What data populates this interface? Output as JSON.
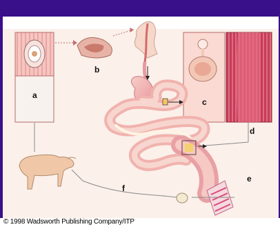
{
  "diagram": {
    "labels": {
      "a": "a",
      "b": "b",
      "c": "c",
      "d": "d",
      "e": "e",
      "f": "f"
    },
    "colors": {
      "background": "#fbf0ea",
      "border": "#3a0f8a",
      "tissue": "#f2b3b0",
      "intestine_wall": "#c94e68",
      "panel": "#fadad2"
    }
  },
  "footer": {
    "copyright": "© 1998 Wadsworth Publishing Company/ITP"
  }
}
